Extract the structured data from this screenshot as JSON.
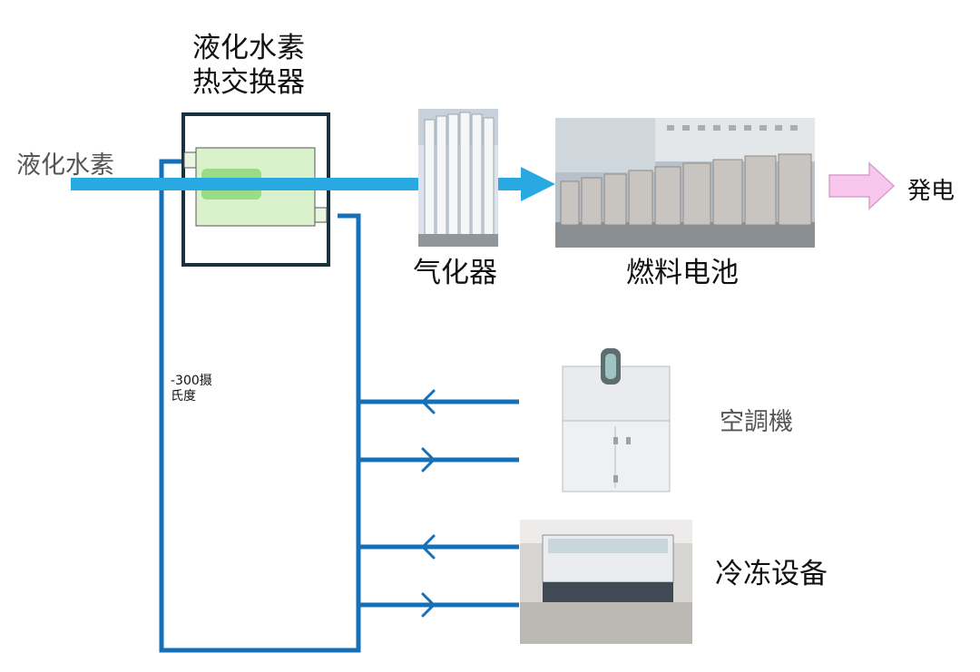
{
  "input_label": "液化水素",
  "heat_exchanger": {
    "title_line1": "液化水素",
    "title_line2": "热交换器"
  },
  "vaporizer_label": "气化器",
  "fuel_cell_label": "燃料电池",
  "output_label": "発电",
  "temperature_label_line1": "-300摄",
  "temperature_label_line2": "氏度",
  "air_conditioner_label": "空調機",
  "refrigeration_label": "冷冻设备",
  "colors": {
    "pipe": "#1670b8",
    "hydrogen_flow": "#29a9e1",
    "exchanger_fill": "#d9f2cc",
    "output_arrow": "#f9c7ee"
  },
  "icons": [
    "right-arrow-icon",
    "left-arrow-icon"
  ]
}
